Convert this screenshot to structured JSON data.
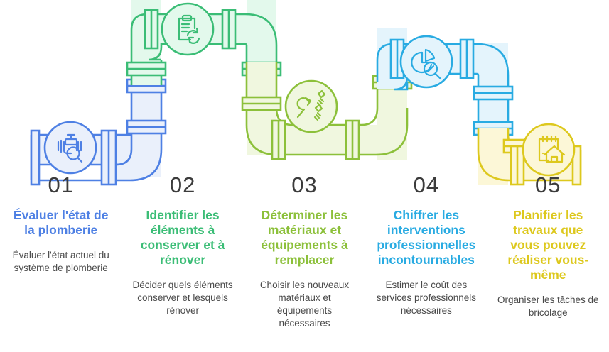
{
  "infographic": {
    "type": "process-flow-pipeline",
    "orientation": "horizontal",
    "step_count": 5,
    "theme_colors": {
      "step1_blue": "#4e80e4",
      "step1_fill": "#eaf0fb",
      "step2_green": "#3bbd76",
      "step2_fill": "#e3f9ec",
      "step3_lime": "#8cc03a",
      "step3_fill": "#f0f7df",
      "step4_cyan": "#29abe2",
      "step4_fill": "#e4f4fc",
      "step5_yellow": "#ddc81d",
      "step5_fill": "#fcf7d7",
      "number_color": "#3c3c3c",
      "description_color": "#4a4a4a",
      "background": "#ffffff"
    },
    "steps": [
      {
        "number": "01",
        "title": "Évaluer l'état de la plomberie",
        "description": "Évaluer l'état actuel du système de plomberie",
        "color": "#4e80e4",
        "fill": "#eaf0fb",
        "icon": "pipe-valve-magnifier-icon"
      },
      {
        "number": "02",
        "title": "Identifier les éléments à conserver et à rénover",
        "description": "Décider quels éléments conserver et lesquels rénover",
        "color": "#3bbd76",
        "fill": "#e3f9ec",
        "icon": "clipboard-refresh-icon"
      },
      {
        "number": "03",
        "title": "Déterminer les matériaux et équipements à remplacer",
        "description": "Choisir les nouveaux matériaux et équipements nécessaires",
        "color": "#8cc03a",
        "fill": "#f0f7df",
        "icon": "wrench-bolts-icon"
      },
      {
        "number": "04",
        "title": "Chiffrer les interventions professionnelles incontournables",
        "description": "Estimer le coût des services professionnels nécessaires",
        "color": "#29abe2",
        "fill": "#e4f4fc",
        "icon": "pie-chart-magnifier-icon"
      },
      {
        "number": "05",
        "title": "Planifier les travaux que vous pouvez réaliser vous-même",
        "description": "Organiser les tâches de bricolage",
        "color": "#ddc81d",
        "fill": "#fcf7d7",
        "icon": "notepad-house-icon"
      }
    ]
  }
}
